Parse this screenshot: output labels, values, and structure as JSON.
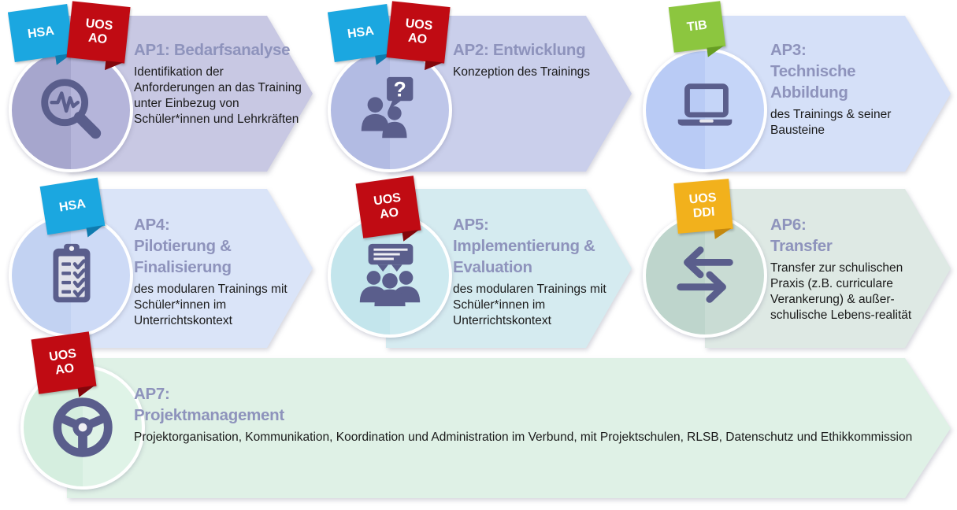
{
  "palette": {
    "background": "#FFFFFF",
    "title_color": "#8E93BC",
    "description_color": "#1A1A1A",
    "icon_color": "#5A5E8C"
  },
  "work_packages": [
    {
      "id": "AP1",
      "title": "AP1: Bedarfsanalyse",
      "description": "Identifikation der Anforderungen an das Training unter Einbezug von Schüler*innen und Lehrkräften",
      "icon": "magnifier-pulse-icon",
      "tags": [
        {
          "label": "HSA",
          "color": "#1BA7E0",
          "fold_color": "#0F7BAF"
        },
        {
          "label": "UOS\nAO",
          "color": "#C00B13",
          "fold_color": "#83060C"
        }
      ],
      "colors": {
        "band": "#C8C8E3",
        "circle_left": "#A6A6CD",
        "circle_right": "#B5B5DA"
      }
    },
    {
      "id": "AP2",
      "title": "AP2: Entwicklung",
      "description": "Konzeption des Trainings",
      "icon": "people-question-icon",
      "tags": [
        {
          "label": "HSA",
          "color": "#1BA7E0",
          "fold_color": "#0F7BAF"
        },
        {
          "label": "UOS\nAO",
          "color": "#C00B13",
          "fold_color": "#83060C"
        }
      ],
      "colors": {
        "band": "#CACFEB",
        "circle_left": "#B2BBE3",
        "circle_right": "#BEC6E9"
      }
    },
    {
      "id": "AP3",
      "title": "AP3:\nTechnische\nAbbildung",
      "description": "des Trainings & seiner Bausteine",
      "icon": "laptop-icon",
      "tags": [
        {
          "label": "TIB",
          "color": "#8CC63F",
          "fold_color": "#669E23"
        }
      ],
      "colors": {
        "band": "#D5E0F8",
        "circle_left": "#B9CBF5",
        "circle_right": "#C5D5F8"
      }
    },
    {
      "id": "AP4",
      "title": "AP4:\nPilotierung &\nFinalisierung",
      "description": "des modularen Trainings mit Schüler*innen im Unterrichtskontext",
      "icon": "clipboard-checklist-icon",
      "tags": [
        {
          "label": "HSA",
          "color": "#1BA7E0",
          "fold_color": "#0F7BAF"
        }
      ],
      "colors": {
        "band": "#DAE4F8",
        "circle_left": "#C2D2F2",
        "circle_right": "#CDDAF6"
      }
    },
    {
      "id": "AP5",
      "title": "AP5:\nImplementierung &\nEvaluation",
      "description": "des modularen Trainings mit Schüler*innen im Unterrichtskontext",
      "icon": "audience-presentation-icon",
      "tags": [
        {
          "label": "UOS\nAO",
          "color": "#C00B13",
          "fold_color": "#83060C"
        }
      ],
      "colors": {
        "band": "#D5EBF0",
        "circle_left": "#C3E5EC",
        "circle_right": "#CEEAF0"
      }
    },
    {
      "id": "AP6",
      "title": "AP6:\nTransfer",
      "description": "Transfer zur schulischen Praxis (z.B. curriculare Verankerung) & außer-schulische Lebens-realität",
      "icon": "transfer-arrows-icon",
      "tags": [
        {
          "label": "UOS\nDDI",
          "color": "#F2B11C",
          "fold_color": "#C4880E"
        }
      ],
      "colors": {
        "band": "#DEE9E4",
        "circle_left": "#BED5CC",
        "circle_right": "#C9DCD4"
      }
    },
    {
      "id": "AP7",
      "title": "AP7:\nProjektmanagement",
      "description": "Projektorganisation, Kommunikation, Koordination und Administration im Verbund, mit Projektschulen, RLSB, Datenschutz und Ethikkommission",
      "icon": "steering-wheel-icon",
      "tags": [
        {
          "label": "UOS\nAO",
          "color": "#C00B13",
          "fold_color": "#83060C"
        }
      ],
      "colors": {
        "band": "#DFF1E6",
        "circle_left": "#D5EEDF",
        "circle_right": "#DFF3E7"
      }
    }
  ]
}
